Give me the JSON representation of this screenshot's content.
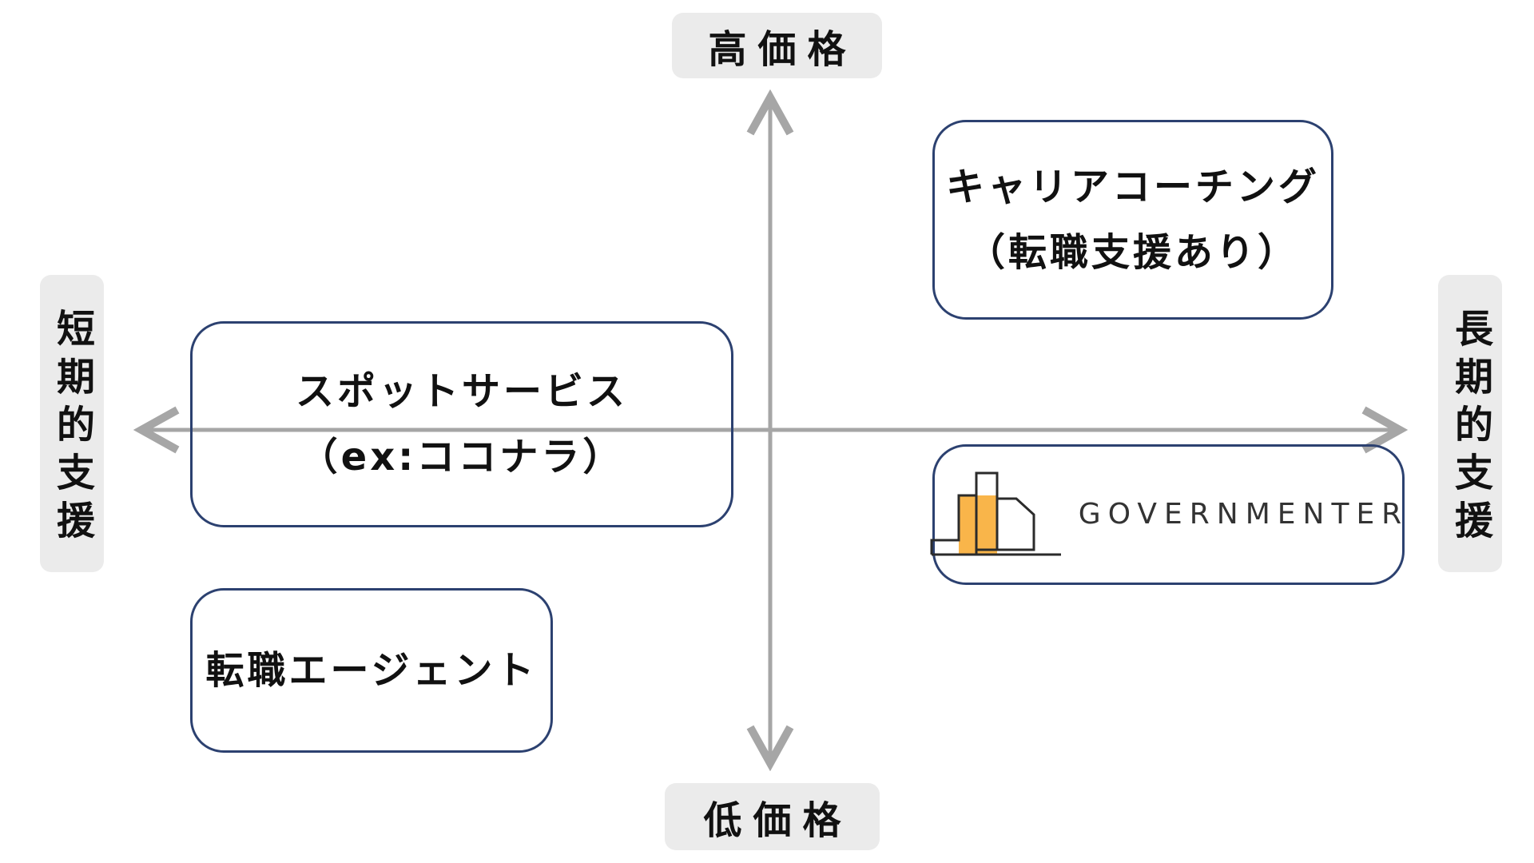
{
  "axes": {
    "top": "高価格",
    "bottom": "低価格",
    "left": "短期的支援",
    "right": "長期的支援",
    "arrow_color": "#a6a6a6"
  },
  "items": {
    "career_coaching": {
      "line1": "キャリアコーチング",
      "line2": "（転職支援あり）"
    },
    "spot_service": {
      "line1": "スポットサービス",
      "line2": "（ex:ココナラ）"
    },
    "agent": {
      "line1": "転職エージェント"
    },
    "governmenter": {
      "logo_text": "GOVERNMENTER",
      "logo_icon": "building-logo-icon",
      "logo_accent": "#f9b54a"
    }
  },
  "colors": {
    "box_border": "#2c4170",
    "label_bg": "#ebebeb",
    "text": "#111111"
  }
}
